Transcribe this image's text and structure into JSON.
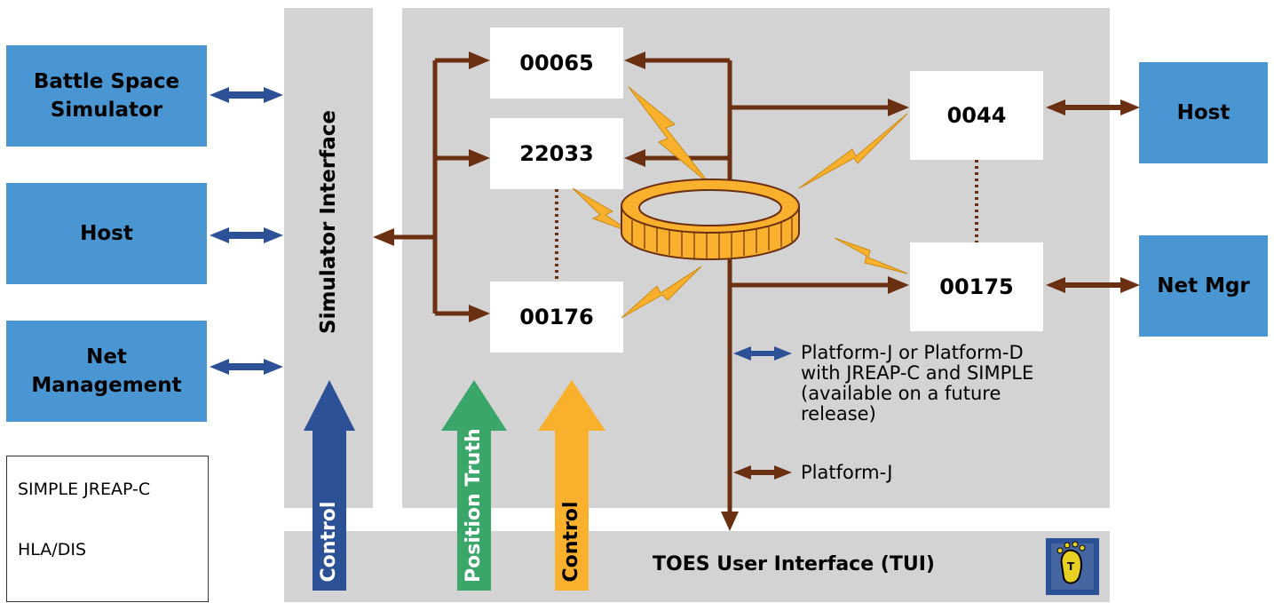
{
  "external": {
    "battle_space": "Battle Space\nSimulator",
    "host_left": "Host",
    "net_management": "Net\nManagement",
    "host_right": "Host",
    "net_mgr": "Net Mgr"
  },
  "simulator_interface": "Simulator Interface",
  "nodes": {
    "n00065": "00065",
    "n22033": "22033",
    "n00176": "00176",
    "n0044": "0044",
    "n00175": "00175"
  },
  "notes": {
    "platform_jd": "Platform-J or Platform-D\nwith JREAP-C and SIMPLE\n(available on a future\nrelease)",
    "platform_j": "Platform-J"
  },
  "arrows": {
    "control_blue": "Control",
    "position_truth": "Position Truth",
    "control_orange": "Control"
  },
  "tui": {
    "label": "TOES User Interface (TUI)",
    "icon": "footprint-icon"
  },
  "legend": {
    "simple_jreap": "SIMPLE JREAP-C",
    "hla_dis": "HLA/DIS"
  },
  "colors": {
    "gray_panel": "#d3d3d3",
    "external_box": "#4a96d2",
    "blue_arrow": "#2d5196",
    "green_arrow": "#3aa66a",
    "orange_arrow": "#f9b02c",
    "brown_line": "#6b2f12",
    "lightning": "#f9b02c"
  }
}
